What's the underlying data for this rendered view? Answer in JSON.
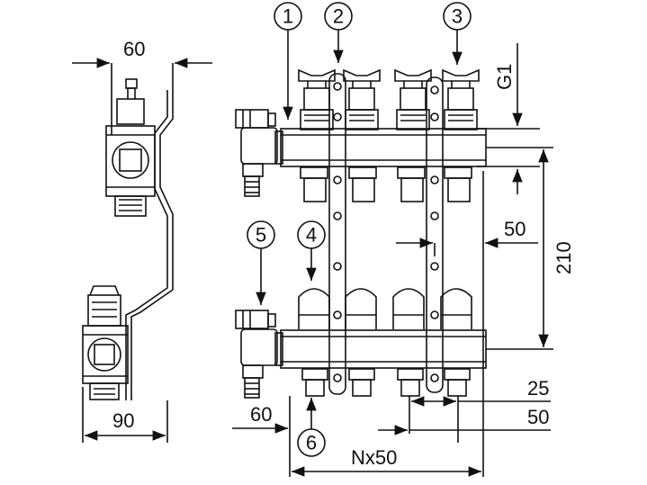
{
  "dimensions": {
    "side_top_width": "60",
    "side_bottom_width": "90",
    "front_offset": "60",
    "thread": "G1",
    "outlet_spacing_top": "50",
    "height": "210",
    "valve_pitch": "25",
    "outlet_spacing_bottom": "50",
    "outlets": "Nx50"
  },
  "callouts": [
    "1",
    "2",
    "3",
    "4",
    "5",
    "6"
  ],
  "colors": {
    "line": "#111111",
    "background": "#ffffff"
  }
}
